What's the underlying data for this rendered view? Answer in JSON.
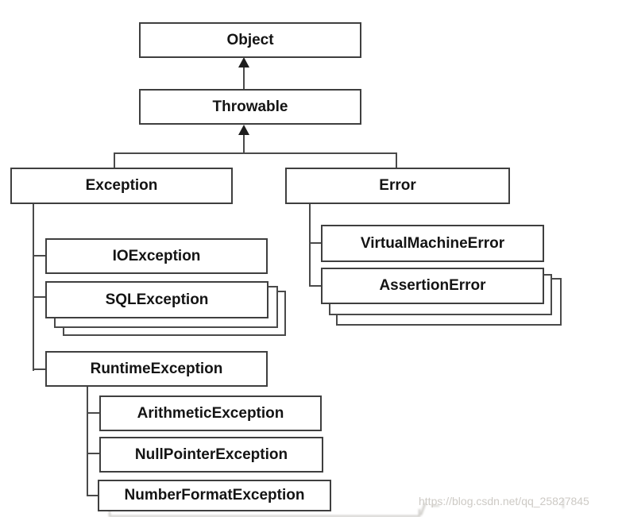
{
  "diagram": {
    "type": "class-hierarchy",
    "nodes": {
      "object": {
        "label": "Object"
      },
      "throwable": {
        "label": "Throwable"
      },
      "exception": {
        "label": "Exception"
      },
      "error": {
        "label": "Error"
      },
      "ioexception": {
        "label": "IOException"
      },
      "sqlexception": {
        "label": "SQLException"
      },
      "runtimeexception": {
        "label": "RuntimeException"
      },
      "arithmeticexception": {
        "label": "ArithmeticException"
      },
      "nullpointerexception": {
        "label": "NullPointerException"
      },
      "numberformatexception": {
        "label": "NumberFormatException"
      },
      "virtualmachineerror": {
        "label": "VirtualMachineError"
      },
      "assertionerror": {
        "label": "AssertionError"
      }
    },
    "edges": [
      {
        "from": "throwable",
        "to": "object",
        "style": "arrow-up"
      },
      {
        "from": "exception",
        "to": "throwable",
        "style": "arrow-up"
      },
      {
        "from": "error",
        "to": "throwable",
        "style": "arrow-up"
      },
      {
        "from": "ioexception",
        "to": "exception",
        "style": "elbow"
      },
      {
        "from": "sqlexception",
        "to": "exception",
        "style": "elbow"
      },
      {
        "from": "runtimeexception",
        "to": "exception",
        "style": "elbow"
      },
      {
        "from": "arithmeticexception",
        "to": "runtimeexception",
        "style": "elbow"
      },
      {
        "from": "nullpointerexception",
        "to": "runtimeexception",
        "style": "elbow"
      },
      {
        "from": "numberformatexception",
        "to": "runtimeexception",
        "style": "elbow"
      },
      {
        "from": "virtualmachineerror",
        "to": "error",
        "style": "elbow"
      },
      {
        "from": "assertionerror",
        "to": "error",
        "style": "elbow"
      }
    ],
    "placeholder_stacks": [
      {
        "under": "sqlexception",
        "count": 2
      },
      {
        "under": "assertionerror",
        "count": 2
      },
      {
        "under": "numberformatexception",
        "count": 1
      }
    ]
  },
  "colors": {
    "background": "#ffffff",
    "box_fill": "#ffffff",
    "box_border": "#3f3f3f",
    "connector": "#4a4a4a",
    "text": "#141414",
    "watermark_text": "#cdcac5"
  },
  "watermark": {
    "text": "https://blog.csdn.net/qq_25827845"
  }
}
